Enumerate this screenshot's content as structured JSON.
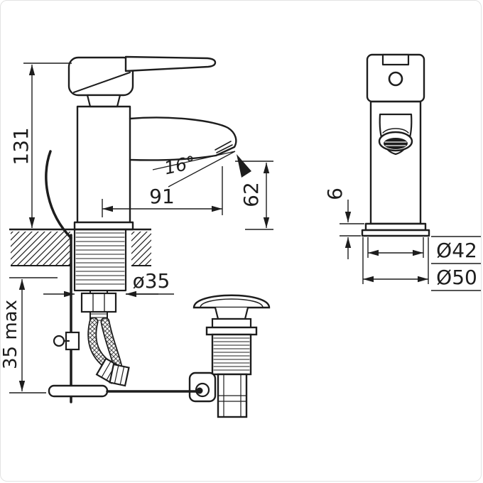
{
  "drawing": {
    "type": "faucet-technical-drawing",
    "colors": {
      "line": "#1d1d1d",
      "background": "#ffffff"
    },
    "front_view": {
      "height": "131",
      "reach": "91",
      "angle": "16°",
      "spout_height": "62",
      "hole_diameter": "ø35",
      "mounting_max": "35 max"
    },
    "side_view": {
      "base_step": "6",
      "base_diameter": "Ø42",
      "flange_diameter": "Ø50"
    }
  }
}
